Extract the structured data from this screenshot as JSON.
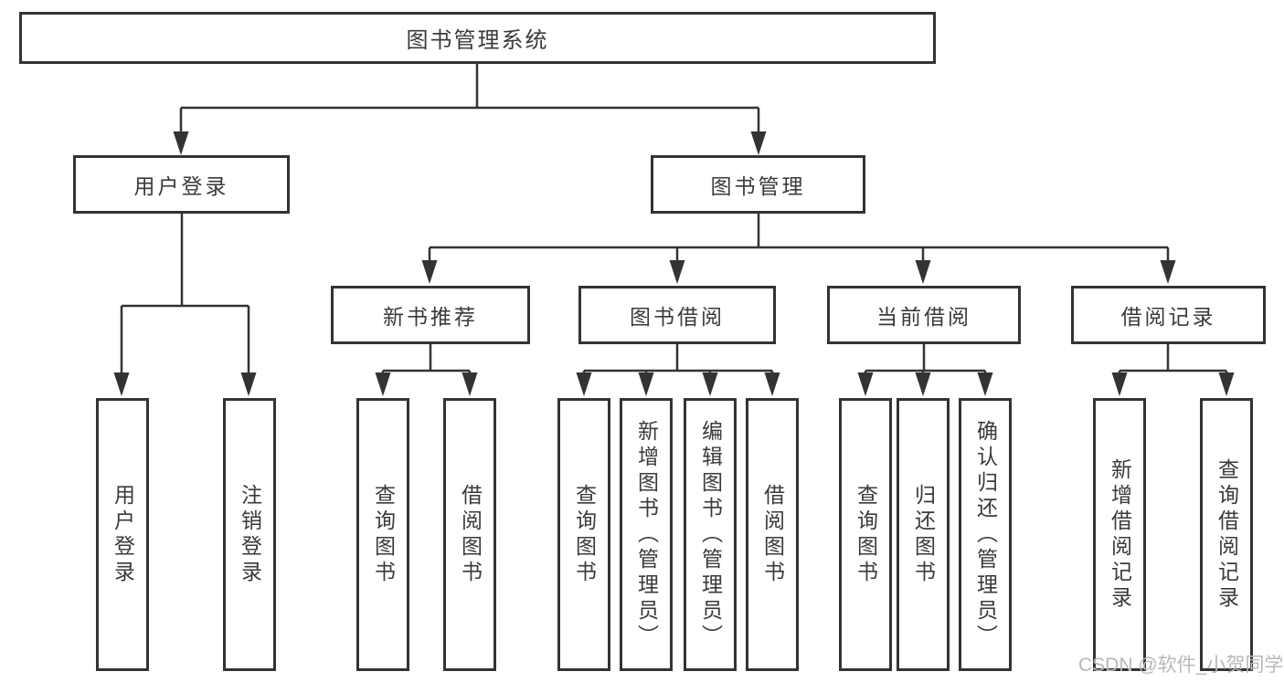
{
  "diagram": {
    "root": "图书管理系统",
    "branches": [
      "用户登录",
      "图书管理"
    ],
    "sections": [
      "新书推荐",
      "图书借阅",
      "当前借阅",
      "借阅记录"
    ],
    "leaves_user": [
      "用户登录",
      "注销登录"
    ],
    "leaves_new": [
      "查询图书",
      "借阅图书"
    ],
    "leaves_borrow": [
      "查询图书",
      "新增图书（管理员）",
      "编辑图书（管理员）",
      "借阅图书"
    ],
    "leaves_current": [
      "查询图书",
      "归还图书",
      "确认归还（管理员）"
    ],
    "leaves_records": [
      "新增借阅记录",
      "查询借阅记录"
    ],
    "colors": {
      "line": "#333333",
      "box_border": "#333333",
      "box_fill": "#ffffff",
      "text": "#3a3a3a",
      "watermark": "#b8b8b8"
    }
  },
  "watermark": "CSDN @软件_小贺同学"
}
